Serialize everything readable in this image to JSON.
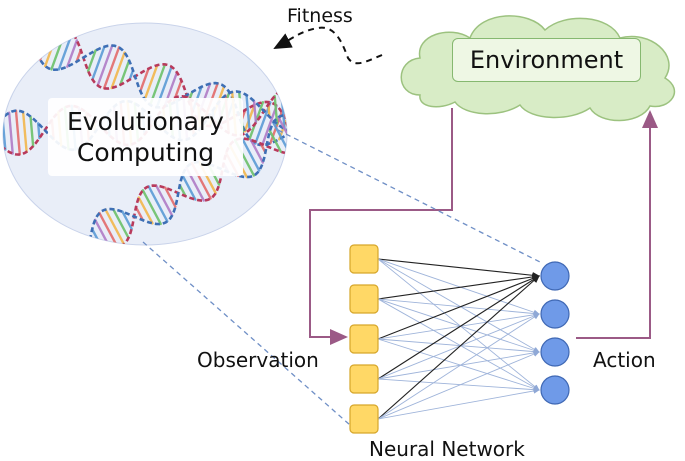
{
  "labels": {
    "fitness": "Fitness",
    "environment": "Environment",
    "evolutionary_line1": "Evolutionary",
    "evolutionary_line2": "Computing",
    "observation": "Observation",
    "action": "Action",
    "neural_network": "Neural Network"
  },
  "network": {
    "input_nodes": 5,
    "output_nodes": 4
  },
  "colors": {
    "arrow_purple": "#9b5a86",
    "cloud_fill": "#d8ecc6",
    "cloud_stroke": "#9cc27f",
    "input_node_fill": "#ffd866",
    "input_node_stroke": "#d6a62a",
    "output_node_fill": "#6f9ae8",
    "output_node_stroke": "#3f68b4",
    "dashed_link": "#6f8fc6",
    "ellipse_fill": "#e9eef8"
  }
}
